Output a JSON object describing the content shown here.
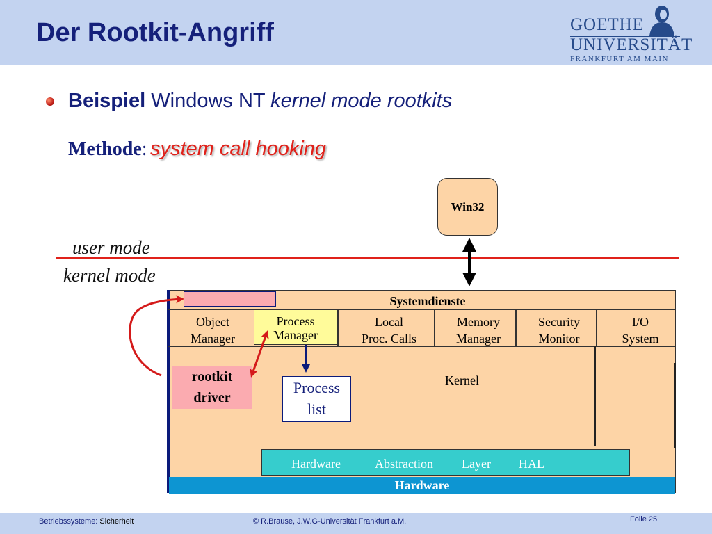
{
  "header": {
    "title": "Der Rootkit-Angriff"
  },
  "logo": {
    "line1": "GOETHE",
    "line2": "UNIVERSITÄT",
    "line3": "FRANKFURT AM MAIN"
  },
  "bullet": {
    "bold": "Beispiel",
    "normal": " Windows NT ",
    "italic": "kernel mode rootkits"
  },
  "method": {
    "label": "Methode",
    "colon": ":",
    "value": "system call hooking"
  },
  "diagram": {
    "win32": "Win32",
    "user_mode": "user mode",
    "kernel_mode": "kernel mode",
    "systemdienste": "Systemdienste",
    "components": {
      "object_manager": [
        "Object",
        "Manager"
      ],
      "process_manager": [
        "Process",
        "Manager"
      ],
      "local_proc_calls": [
        "Local",
        "Proc. Calls"
      ],
      "memory_manager": [
        "Memory",
        "Manager"
      ],
      "security_monitor": [
        "Security",
        "Monitor"
      ],
      "io_system": [
        "I/O",
        "System"
      ]
    },
    "rootkit_driver": [
      "rootkit",
      "driver"
    ],
    "process_list": [
      "Process",
      "list"
    ],
    "kernel": "Kernel",
    "hal": [
      "Hardware",
      "Abstraction",
      "Layer",
      "HAL"
    ],
    "hardware": "Hardware"
  },
  "colors": {
    "header_bg": "#c3d3f0",
    "title": "#15207a",
    "box_fill": "#fdd4a6",
    "process_manager_fill": "#fffb9a",
    "rootkit_fill": "#fbabb0",
    "hal_fill": "#36cdcd",
    "hardware_fill": "#0d95d2",
    "hook_arrow": "#d41a1a",
    "mode_line": "#e0211a"
  },
  "footer": {
    "course": "Betriebssysteme: ",
    "topic": "Sicherheit",
    "copyright": "© R.Brause, J.W.G-Universität Frankfurt a.M.",
    "folio": "Folie 25"
  }
}
